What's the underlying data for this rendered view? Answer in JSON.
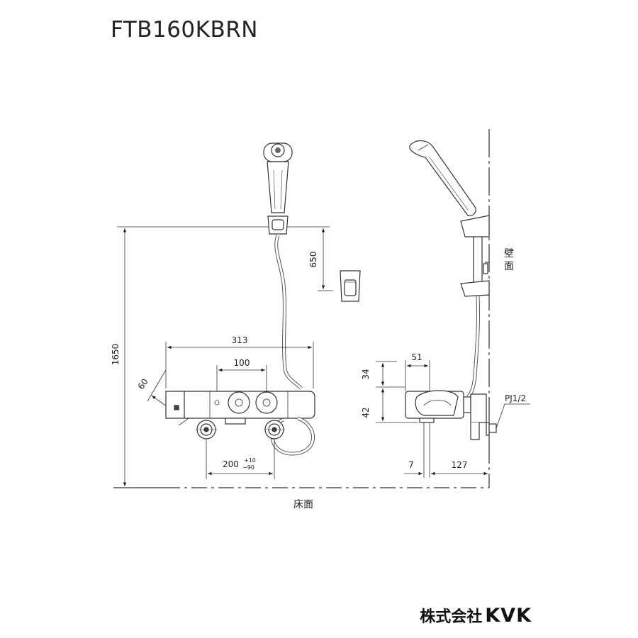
{
  "model": "FTB160KBRN",
  "brand": {
    "company": "株式会社",
    "logo": "KVK"
  },
  "labels": {
    "wall": "壁面",
    "wall_top": "壁",
    "wall_bottom": "面",
    "floor": "床面",
    "thread": "PJ1/2"
  },
  "dimensions": {
    "height_total": "1650",
    "hook_offset": "650",
    "body_width": "313",
    "handle_spacing": "100",
    "angle": "60",
    "inlet_pitch": "200",
    "inlet_tol_plus": "+10",
    "inlet_tol_minus": "−90",
    "depth_top": "51",
    "height_upper": "34",
    "height_lower": "42",
    "offset_small": "7",
    "projection": "127"
  }
}
